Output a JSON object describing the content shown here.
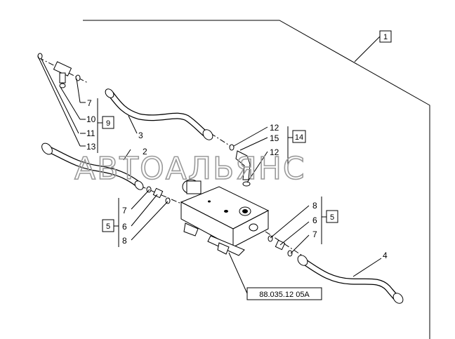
{
  "watermark": "АВТОАЛЬЯНС",
  "assembly_ref": "1",
  "drawing_ref": "88.035.12 05A",
  "group_refs": {
    "left_fitting": "9",
    "elbow": "14",
    "left_seals": "5",
    "right_seals": "5"
  },
  "parts": {
    "p7a": "7",
    "p10": "10",
    "p11": "11",
    "p13": "13",
    "p3": "3",
    "p2": "2",
    "p12a": "12",
    "p15": "15",
    "p12b": "12",
    "p7b": "7",
    "p6a": "6",
    "p8a": "8",
    "p8b": "8",
    "p6b": "6",
    "p7c": "7",
    "p4": "4"
  },
  "colors": {
    "line": "#000000",
    "watermark": "#9a9a9a",
    "background": "#ffffff"
  }
}
